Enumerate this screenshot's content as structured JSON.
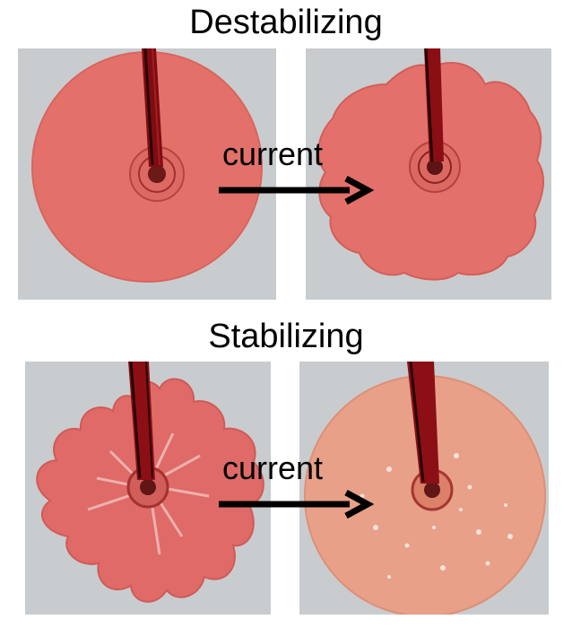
{
  "top_heading": "Destabilizing",
  "bottom_heading": "Stabilizing",
  "arrow_label_top": "current",
  "arrow_label_bottom": "current",
  "colors": {
    "panel_bg": "#c9cdd0",
    "droplet_red": "#e4726a",
    "droplet_orange": "#e8a089",
    "wire": "#8b0d12",
    "arrow": "#000000"
  }
}
